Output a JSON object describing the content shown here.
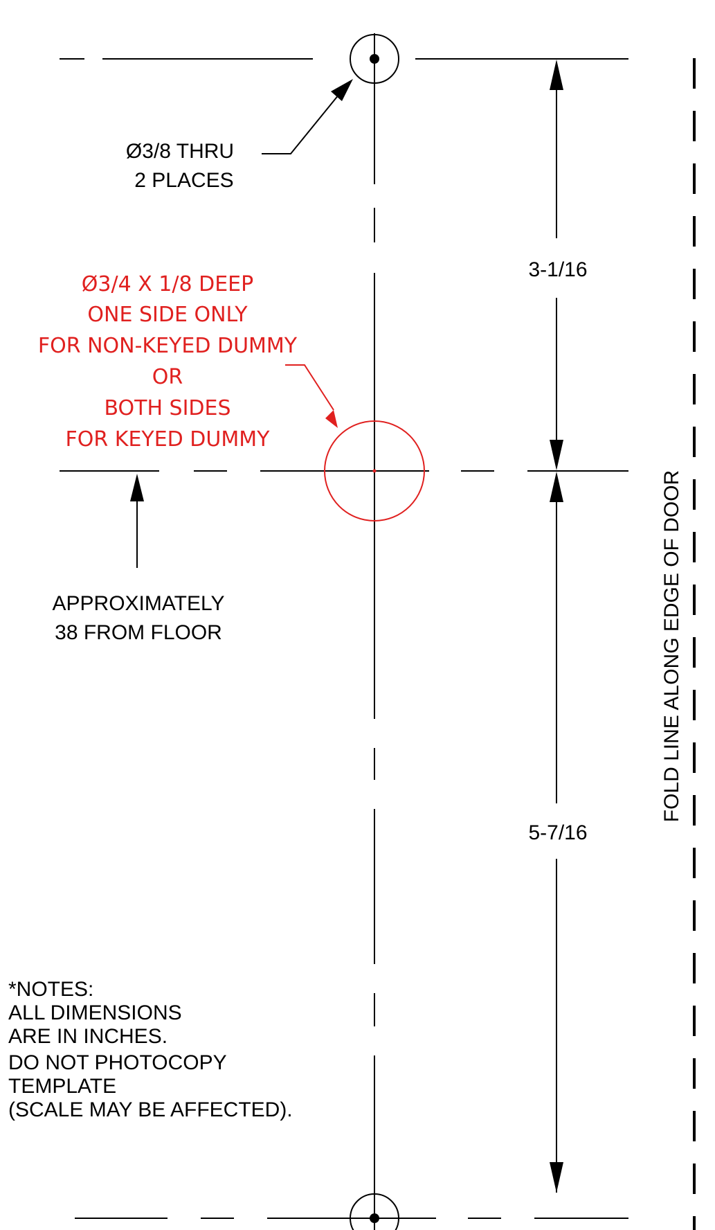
{
  "hole_callout": {
    "line1": "Ø3/8 THRU",
    "line2": "2 PLACES"
  },
  "red_callout": {
    "lines": [
      "Ø3/4 X 1/8 DEEP",
      "ONE SIDE ONLY",
      "FOR NON-KEYED DUMMY",
      "OR",
      "BOTH SIDES",
      "FOR KEYED DUMMY"
    ],
    "color": "#e0201f"
  },
  "floor_callout": {
    "line1": "APPROXIMATELY",
    "line2": "38 FROM FLOOR"
  },
  "dimensions": {
    "upper": "3-1/16",
    "lower": "5-7/16"
  },
  "fold_label": "FOLD LINE ALONG EDGE OF DOOR",
  "notes": {
    "heading": "*NOTES:",
    "line1": "ALL DIMENSIONS",
    "line2": "ARE IN INCHES.",
    "line3": "DO NOT PHOTOCOPY",
    "line4": "TEMPLATE",
    "line5": "(SCALE MAY BE AFFECTED)."
  },
  "line_color": "#000000"
}
